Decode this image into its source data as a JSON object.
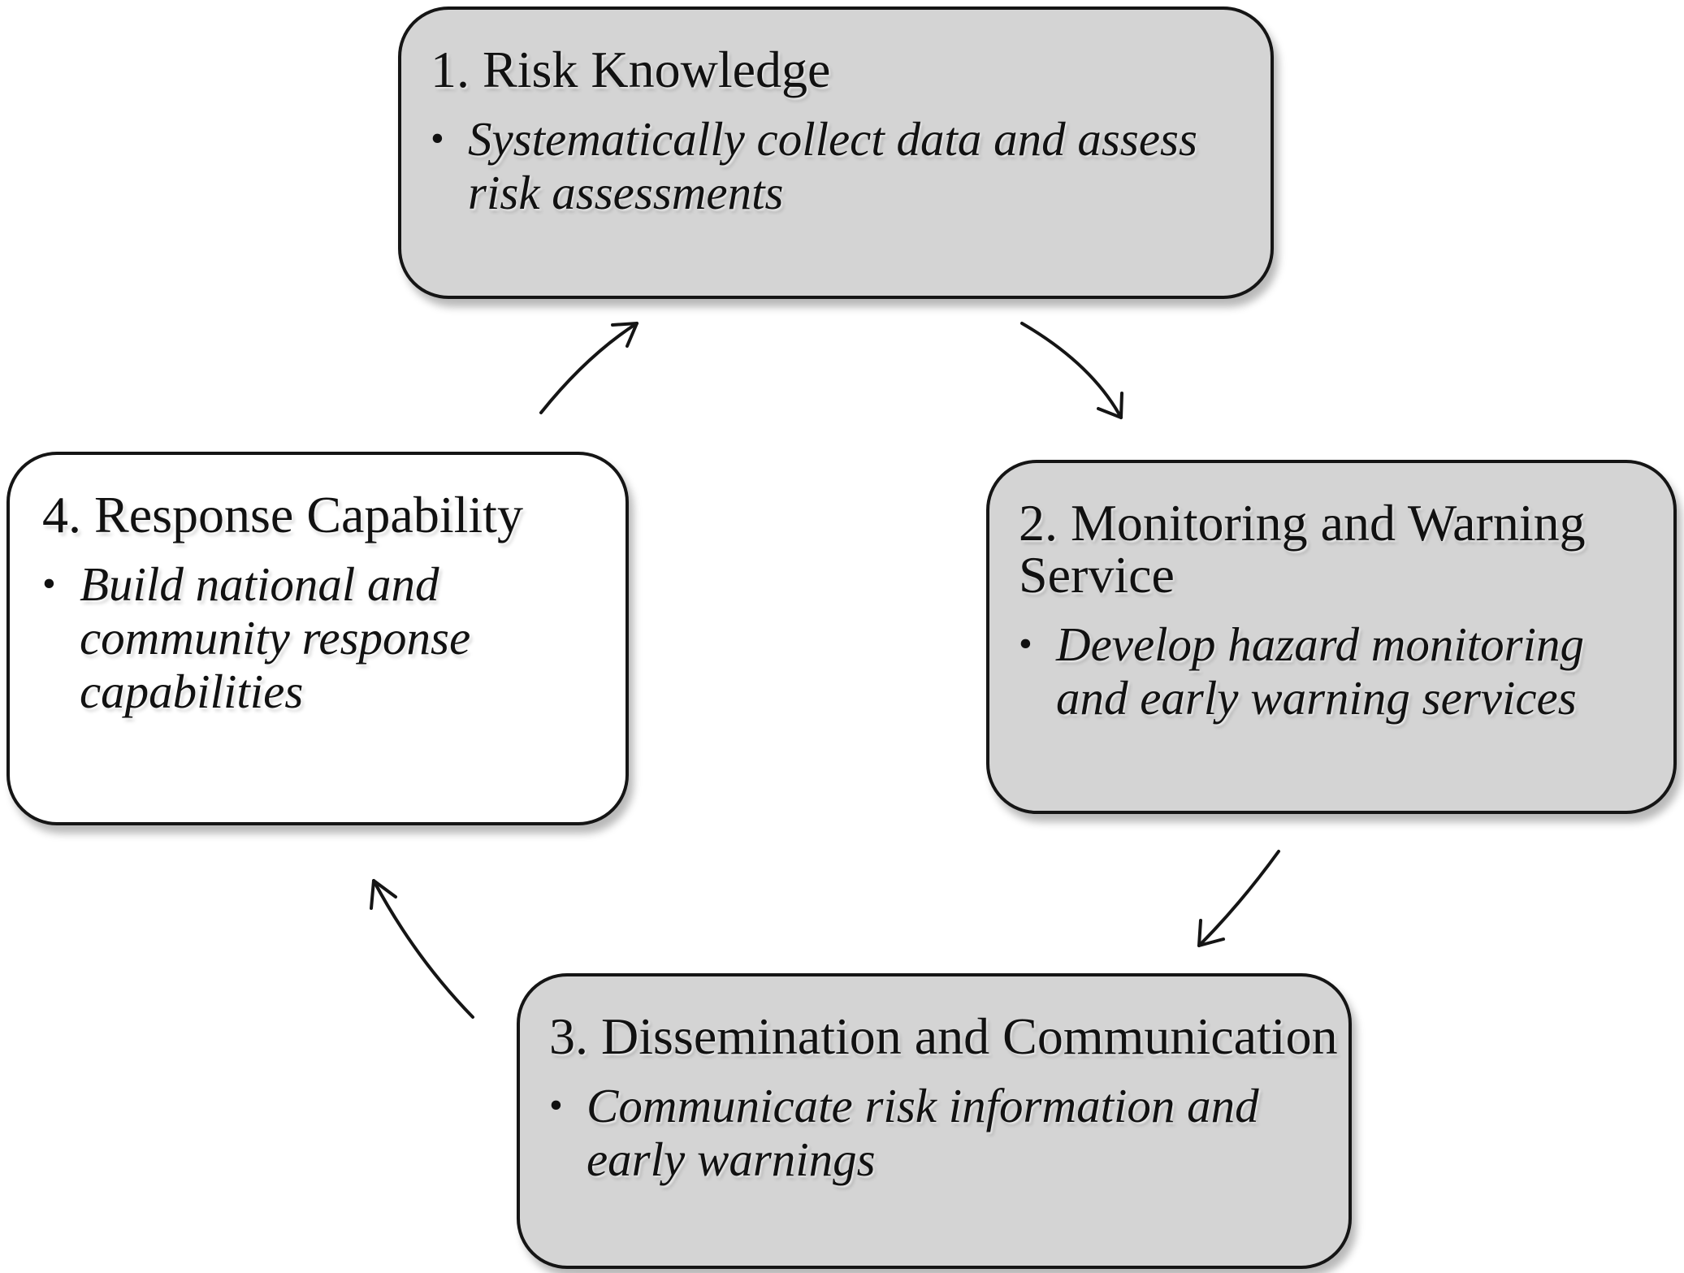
{
  "stages": [
    {
      "title": "1. Risk Knowledge",
      "items": [
        "Systematically collect data and assess risk assessments"
      ]
    },
    {
      "title": "2. Monitoring and Warning Service",
      "items": [
        "Develop hazard monitoring and early warning services"
      ]
    },
    {
      "title": "3. Dissemination and Communication",
      "items": [
        "Communicate risk information and early warnings"
      ]
    },
    {
      "title": "4. Response Capability",
      "items": [
        "Build national and community response capabilities"
      ]
    }
  ],
  "colors": {
    "box_fill_gray": "#d4d4d4",
    "box_fill_white": "#ffffff",
    "border": "#151515",
    "text": "#111111"
  }
}
